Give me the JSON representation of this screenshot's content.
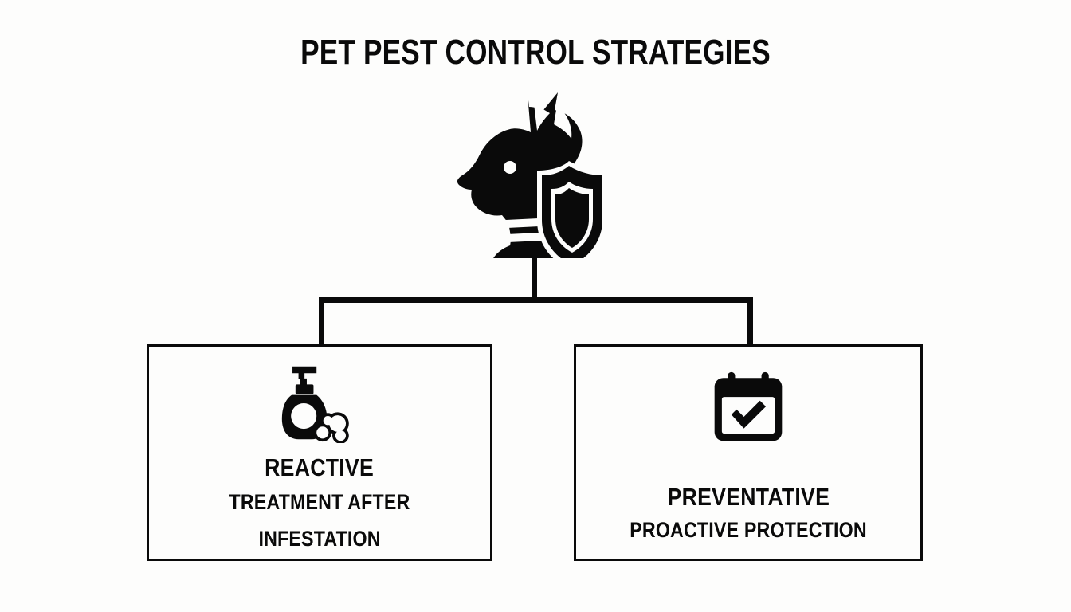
{
  "page": {
    "title": "PET PEST CONTROL STRATEGIES",
    "background_color": "#fdfdfc",
    "ink_color": "#0a0a0a"
  },
  "root_node": {
    "icon_name": "dog-head-with-shield-icon",
    "description": "dog head profile with protective shield"
  },
  "connector": {
    "type": "org-chart-bracket",
    "branches": 2
  },
  "cards": [
    {
      "id": "reactive",
      "icon_name": "pump-bottle-with-bubbles-icon",
      "heading": "REACTIVE",
      "subtitle_line1": "TREATMENT AFTER",
      "subtitle_line2": "INFESTATION"
    },
    {
      "id": "preventative",
      "icon_name": "calendar-check-icon",
      "heading": "PREVENTATIVE",
      "subtitle_line1": "PROACTIVE PROTECTION",
      "subtitle_line2": ""
    }
  ]
}
